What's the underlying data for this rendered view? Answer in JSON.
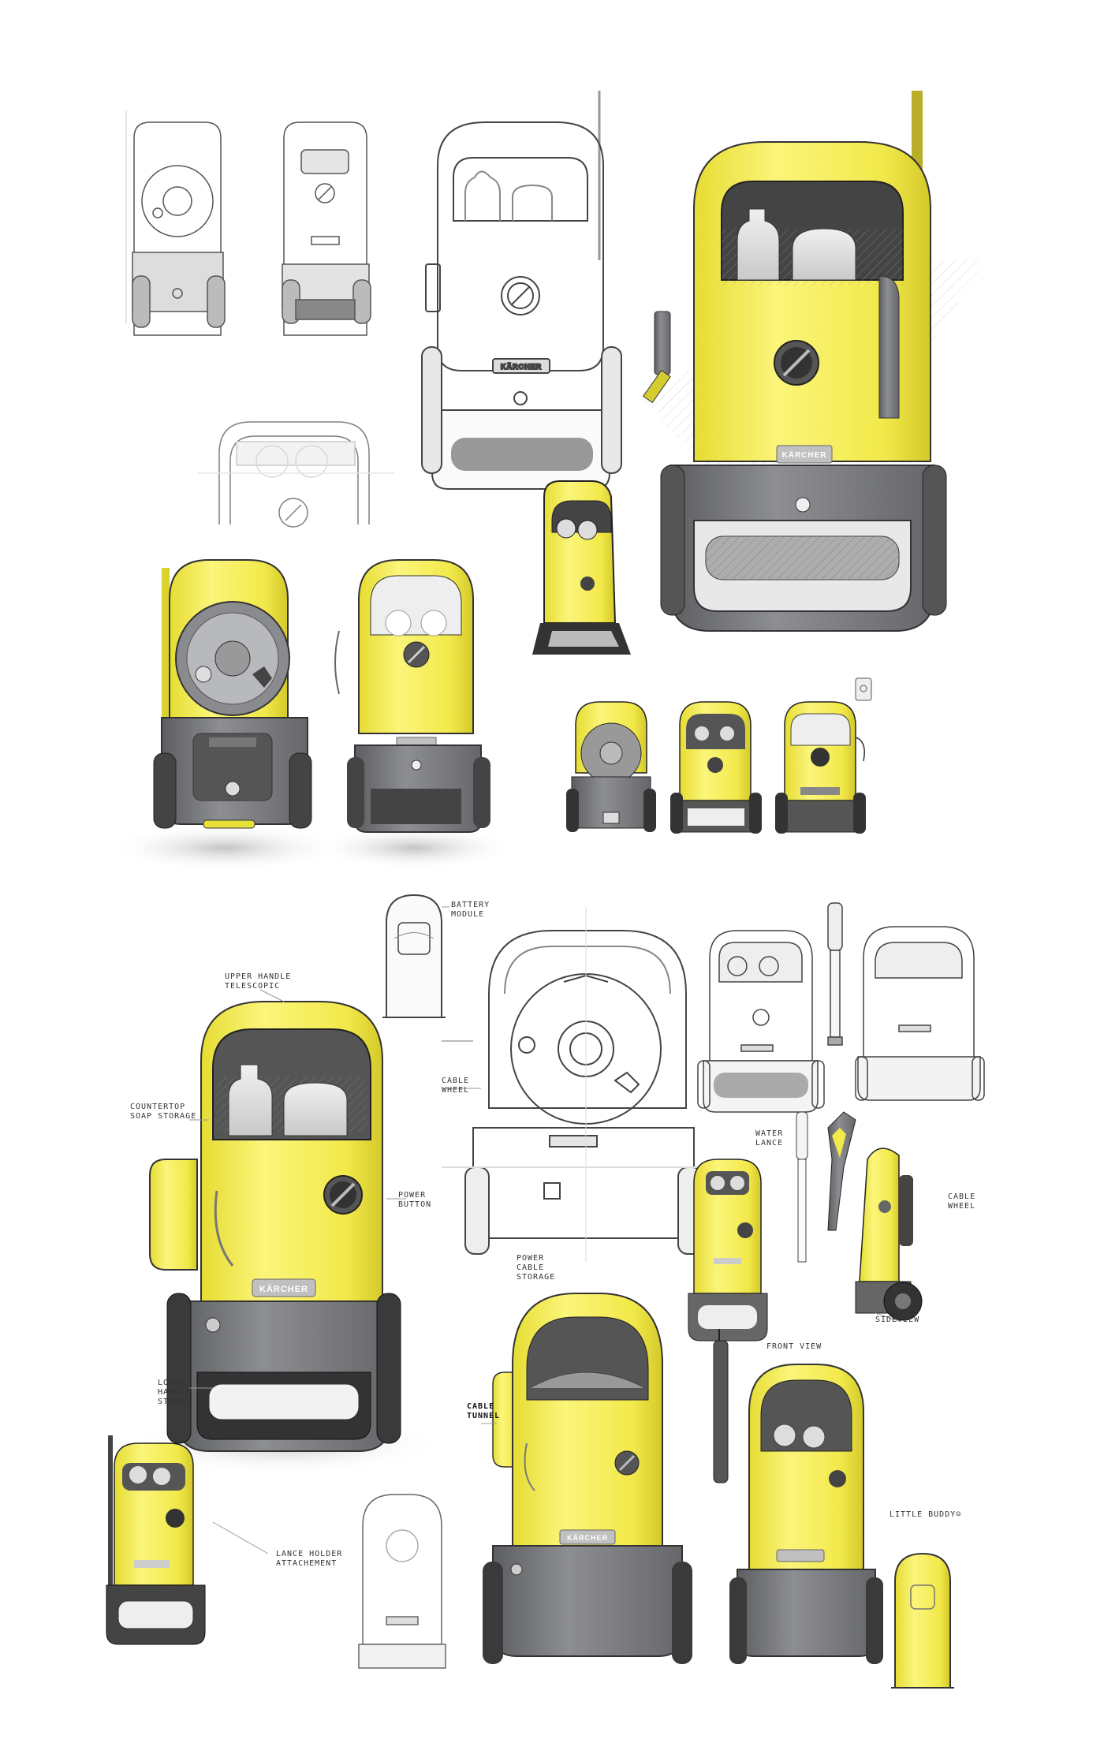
{
  "brand": {
    "logo_text": "KÄRCHER"
  },
  "colors": {
    "accent": "#f4ec4e",
    "accent_shadow": "#d8ce2c",
    "body_gray": "#7b7c80",
    "line": "#555555"
  },
  "annotations": {
    "battery_module": "BATTERY\nMODULE",
    "upper_handle": "UPPER HANDLE\nTELESCOPIC",
    "cable_wheel_1": "CABLE\nWHEEL",
    "countertop": "COUNTERTOP\nSOAP STORAGE",
    "power_button": "POWER\nBUTTON",
    "power_cable_storage": "POWER\nCABLE\nSTORAGE",
    "water_lance": "WATER\nLANCE",
    "cable_wheel_2": "CABLE\nWHEEL",
    "sideview": "SIDEVIEW",
    "lower_handle": "LOWER\nHANDLE\nSTAND",
    "cable_tunnel": "CABLE\nTUNNEL",
    "front_view": "FRONT VIEW",
    "little_buddy": "LITTLE BUDDY☺",
    "lance_holder": "LANCE HOLDER\nATTACHEMENT"
  }
}
